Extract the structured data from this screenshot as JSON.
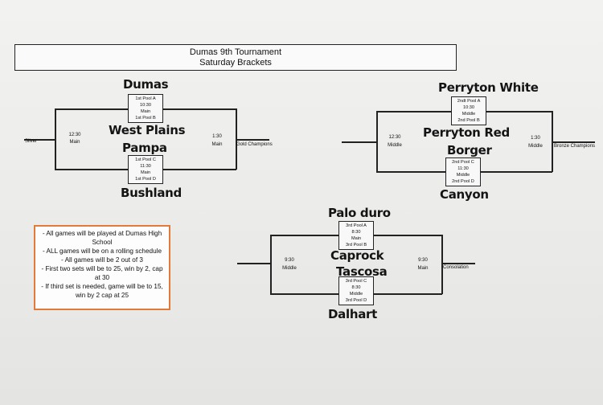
{
  "header": {
    "line1": "Dumas 9th Tournament",
    "line2": "Saturday Brackets"
  },
  "gold_bracket": {
    "top_team": "Dumas",
    "upper_team": "West Plains",
    "lower_team": "Pampa",
    "bottom_team": "Bushland",
    "top_match": {
      "seed_a": "1st Pool A",
      "time": "10:30",
      "court": "Main",
      "seed_b": "1st Pool B"
    },
    "bottom_match": {
      "seed_a": "1st Pool C",
      "time": "11:30",
      "court": "Main",
      "seed_b": "1st Pool D"
    },
    "left_time": "12:30",
    "left_court": "Main",
    "right_time": "1:30",
    "right_court": "Main",
    "left_label": "Silver",
    "right_label": "Gold Champions"
  },
  "bronze_bracket": {
    "top_team": "Perryton White",
    "upper_team": "Perryton Red",
    "lower_team": "Borger",
    "bottom_team": "Canyon",
    "top_match": {
      "seed_a": "2ndt Pool A",
      "time": "10:30",
      "court": "Middle",
      "seed_b": "2nd Pool B"
    },
    "bottom_match": {
      "seed_a": "2nd Pool C",
      "time": "11:30",
      "court": "Middle",
      "seed_b": "2nd Pool D"
    },
    "left_time": "12:30",
    "left_court": "Middle",
    "right_time": "1:30",
    "right_court": "Middle",
    "right_label": "Bronze Champions"
  },
  "consolation_bracket": {
    "top_team": "Palo duro",
    "upper_team": "Caprock",
    "lower_team": "Tascosa",
    "bottom_team": "Dalhart",
    "top_match": {
      "seed_a": "3rd Pool A",
      "time": "8:30",
      "court": "Main",
      "seed_b": "3rd Pool B"
    },
    "bottom_match": {
      "seed_a": "3rd Pool C",
      "time": "8:30",
      "court": "Middle",
      "seed_b": "3rd Pool D"
    },
    "left_time": "9:30",
    "left_court": "Middle",
    "right_time": "9:30",
    "right_court": "Main",
    "right_label": "Consolation"
  },
  "rules": [
    "- All games will be played at Dumas High School",
    "- ALL games will be on a rolling schedule",
    "- All games will be 2 out of 3",
    "- First two sets will be to 25, win by 2, cap at 30",
    "- If third set is needed, game will be to 15, win by 2 cap at 25"
  ]
}
